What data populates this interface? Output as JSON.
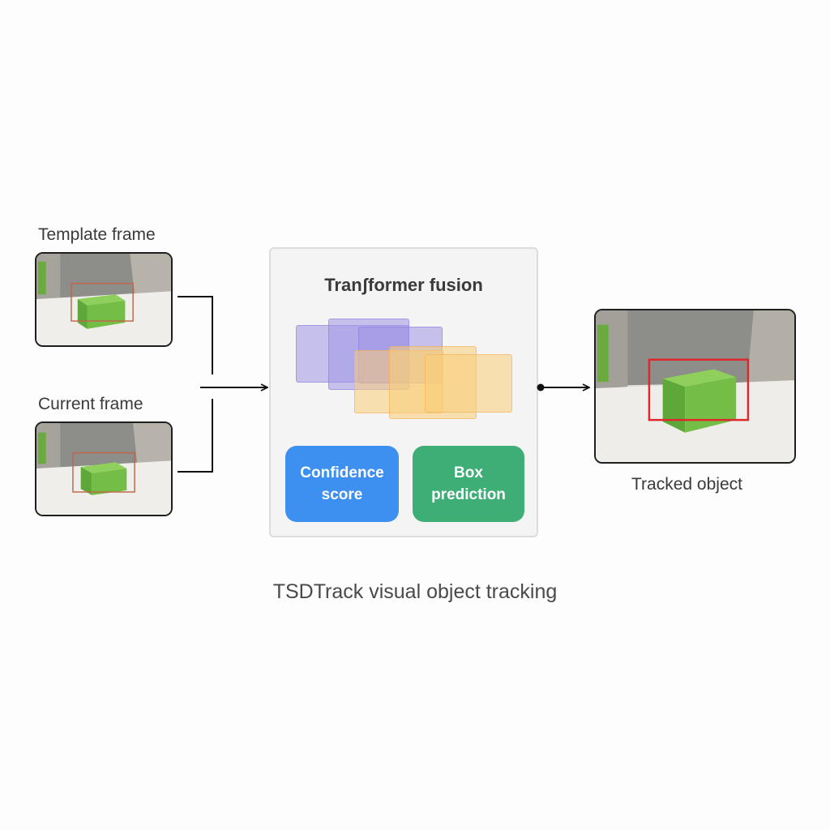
{
  "inputs": {
    "template_label": "Template frame",
    "current_label": "Current frame"
  },
  "fusion": {
    "title": "Tranʃformer fusion",
    "confidence_label": "Confidence\nscore",
    "box_label": "Box\nprediction"
  },
  "output": {
    "label": "Tracked object"
  },
  "caption": "TSDTrack visual object tracking",
  "colors": {
    "confidence": "#3d8ff0",
    "box": "#3fae76",
    "tracked_box": "#e0262b",
    "search_box": "#c0674a",
    "cube": "#6fbf45"
  }
}
